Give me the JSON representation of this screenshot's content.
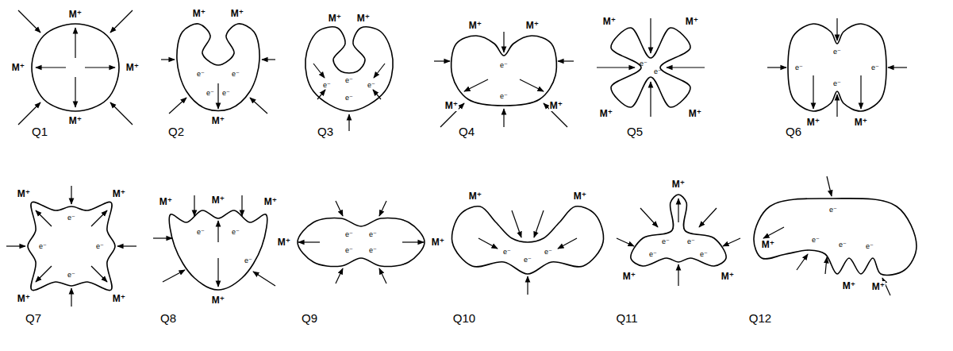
{
  "diagram": {
    "labels": [
      "M⁺",
      "M⁺",
      "M⁺",
      "M⁺",
      "Q1",
      "M⁺",
      "M⁺",
      "M⁺",
      "e⁻",
      "e⁻",
      "e⁻",
      "e⁻",
      "Q2",
      "M⁺",
      "M⁺",
      "e⁻",
      "e⁻",
      "e⁻",
      "e⁻",
      "Q3",
      "M⁺",
      "M⁺",
      "M⁺",
      "M⁺",
      "e⁻",
      "e⁻",
      "Q4",
      "M⁺",
      "M⁺",
      "M⁺",
      "M⁺",
      "e⁻",
      "e⁻",
      "Q5",
      "M⁺",
      "M⁺",
      "e⁻",
      "e⁻",
      "e⁻",
      "e⁻",
      "Q6",
      "M⁺",
      "M⁺",
      "M⁺",
      "M⁺",
      "e⁻",
      "e⁻",
      "e⁻",
      "e⁻",
      "Q7",
      "M⁺",
      "M⁺",
      "M⁺",
      "M⁺",
      "e⁻",
      "e⁻",
      "e⁻",
      "Q8",
      "M⁺",
      "M⁺",
      "e⁻",
      "e⁻",
      "e⁻",
      "e⁻",
      "Q9",
      "M⁺",
      "M⁺",
      "e⁻",
      "e⁻",
      "e⁻",
      "Q10",
      "M⁺",
      "M⁺",
      "M⁺",
      "e⁻",
      "e⁻",
      "e⁻",
      "e⁻",
      "Q11",
      "M⁺",
      "M⁺",
      "M⁺",
      "e⁻",
      "e⁻",
      "e⁻",
      "e⁻",
      "Q12"
    ]
  }
}
